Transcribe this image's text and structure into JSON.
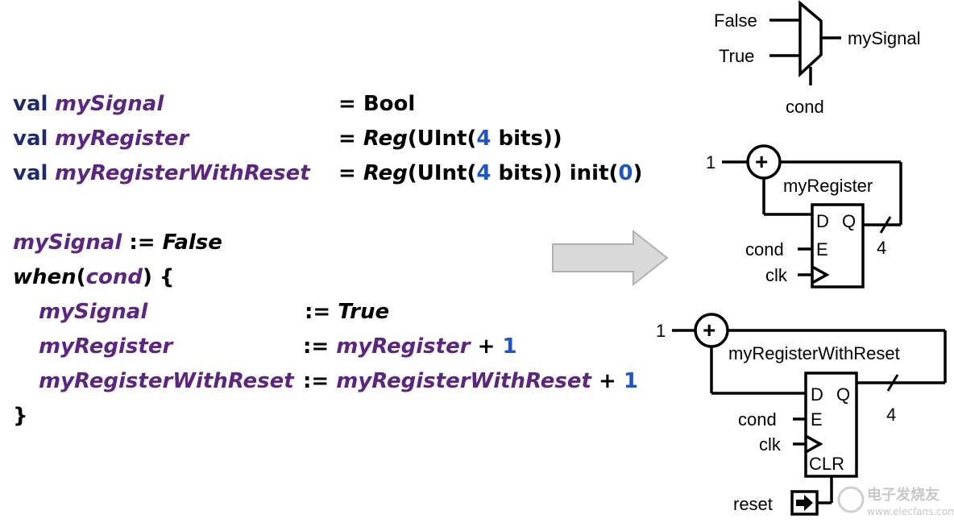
{
  "code": {
    "line1": {
      "kw": "val",
      "name": "mySignal",
      "assign": "= Bool"
    },
    "line2": {
      "kw": "val",
      "name": "myRegister",
      "assign": "=",
      "type": "Reg",
      "open": "(UInt(",
      "num": "4",
      "close": " bits))"
    },
    "line3": {
      "kw": "val",
      "name": "myRegisterWithReset",
      "assign": "=",
      "type": "Reg",
      "open": "(UInt(",
      "num": "4",
      "close": " bits)) init(",
      "num2": "0",
      "close2": ")"
    },
    "line4": {
      "name": "mySignal",
      "op": " := ",
      "value": "False"
    },
    "line5": {
      "fn": "when",
      "open": "(",
      "arg": "cond",
      "close": ") {"
    },
    "line6": {
      "name": "mySignal",
      "op": ":=",
      "value": "True"
    },
    "line7": {
      "name": "myRegister",
      "op": ":=",
      "expr": "myRegister",
      "plus": " + ",
      "num": "1"
    },
    "line8": {
      "name": "myRegisterWithReset",
      "op": ":=",
      "expr": "myRegisterWithReset",
      "plus": " + ",
      "num": "1"
    },
    "line9": {
      "close": "}"
    }
  },
  "diagram": {
    "mux": {
      "in0": "False",
      "in1": "True",
      "out": "mySignal",
      "sel": "cond"
    },
    "reg1": {
      "const": "1",
      "plus": "+",
      "name": "myRegister",
      "d": "D",
      "q": "Q",
      "e": "E",
      "en": "cond",
      "clk": "clk",
      "width": "4"
    },
    "reg2": {
      "const": "1",
      "plus": "+",
      "name": "myRegisterWithReset",
      "d": "D",
      "q": "Q",
      "e": "E",
      "clr": "CLR",
      "en": "cond",
      "clk": "clk",
      "reset": "reset",
      "width": "4"
    }
  },
  "watermark": {
    "cn": "电子发烧友",
    "url": "www.elecfans.com"
  },
  "colors": {
    "keyword": "#1f2a6b",
    "identifier": "#5b2580",
    "number": "#1a56c9",
    "arrow_fill": "#d9d9d9"
  }
}
